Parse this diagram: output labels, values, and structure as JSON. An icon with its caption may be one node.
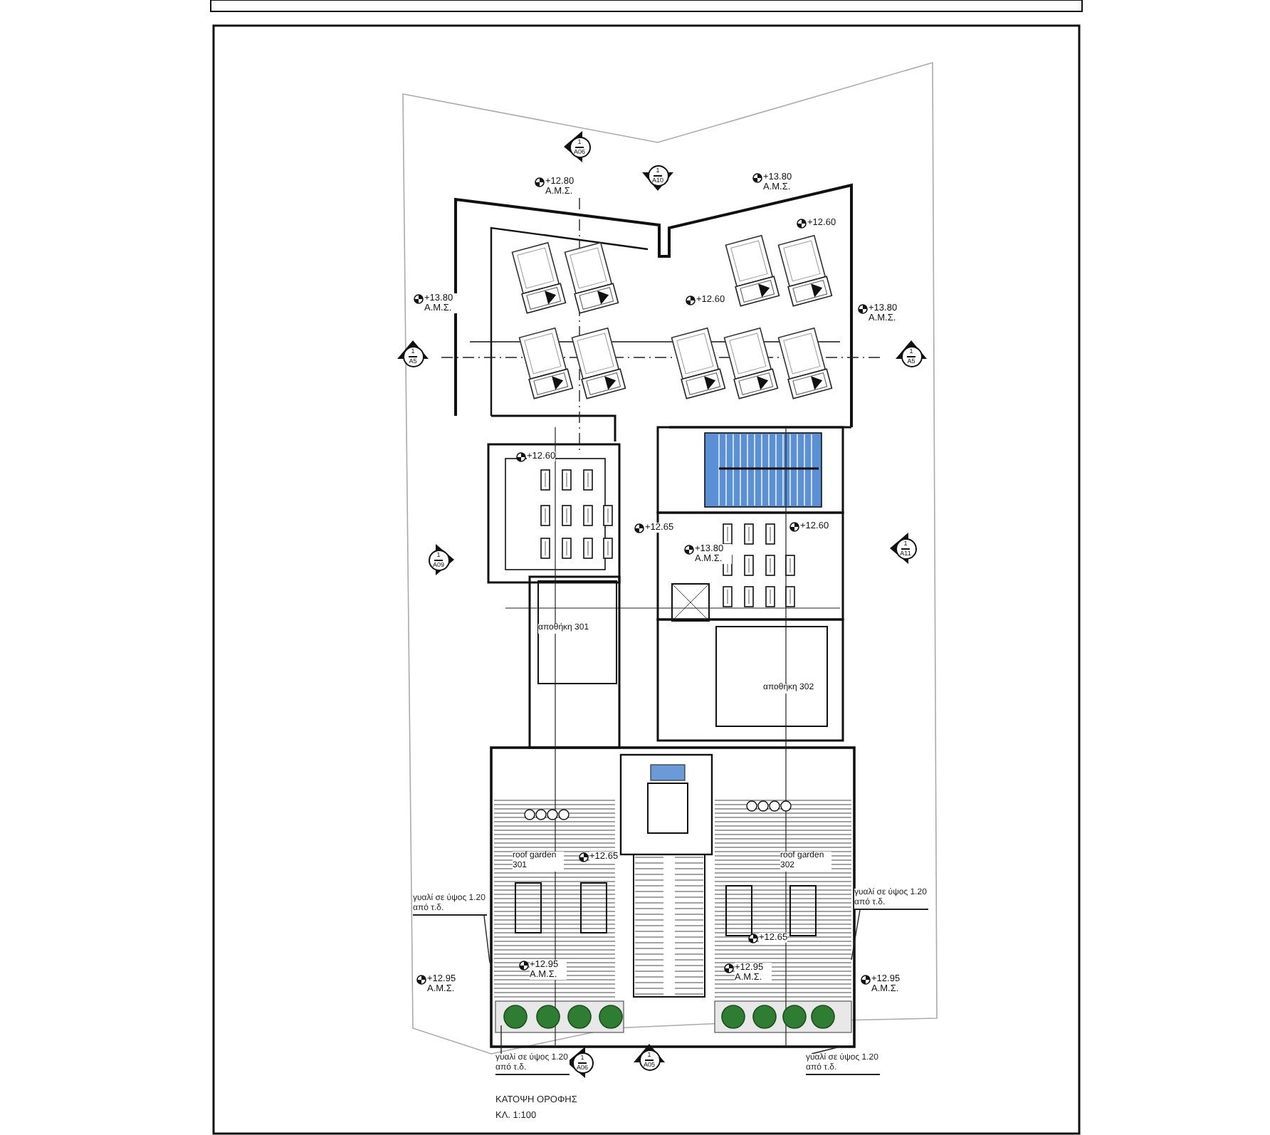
{
  "diagram": {
    "title": "ΚΑΤΟΨΗ ΟΡΟΦΗΣ",
    "caption": "ΚΛ. 1:100",
    "nodes": [
      {
        "text": [
          "1",
          "A06"
        ]
      },
      {
        "text": [
          "1",
          "A10"
        ]
      },
      {
        "text": [
          "1",
          "A5"
        ]
      },
      {
        "text": [
          "1",
          "A5"
        ]
      },
      {
        "text": [
          "1",
          "A11"
        ]
      },
      {
        "text": [
          "1",
          "A09"
        ]
      },
      {
        "text": [
          "1",
          "A06"
        ]
      },
      {
        "text": [
          "1",
          "A05"
        ]
      },
      {
        "text": [
          "γυαλί σε ύψος 1.20 από τ.δ."
        ]
      },
      {
        "text": [
          "γυαλί σε ύψος 1.20 από τ.δ."
        ]
      },
      {
        "text": [
          "γυαλί σε ύψος 1.20 από τ.δ."
        ]
      },
      {
        "text": [
          "γυαλί σε ύψος 1.20 από τ.δ."
        ]
      }
    ],
    "edges": [
      {
        "from": 8,
        "to": null,
        "arrow": "none"
      },
      {
        "from": 9,
        "to": null,
        "arrow": "none"
      },
      {
        "from": 10,
        "to": null,
        "arrow": "none"
      },
      {
        "from": 11,
        "to": null,
        "arrow": "none"
      }
    ],
    "labels": [
      "+13.80 Α.Μ.Σ.",
      "+12.80 Α.Μ.Σ.",
      "+12.60",
      "+13.80 Α.Μ.Σ.",
      "+12.60",
      "+13.80 Α.Μ.Σ.",
      "+12.60",
      "+12.60",
      "+12.65",
      "+13.80 Α.Μ.Σ.",
      "αποθήκη 301",
      "αποθήκη 302",
      "roof garden 301",
      "roof garden 302",
      "+12.65",
      "+12.65",
      "+12.95 Α.Μ.Σ.",
      "+12.95 Α.Μ.Σ.",
      "+12.95 Α.Μ.Σ.",
      "+12.95 Α.Μ.Σ."
    ]
  }
}
